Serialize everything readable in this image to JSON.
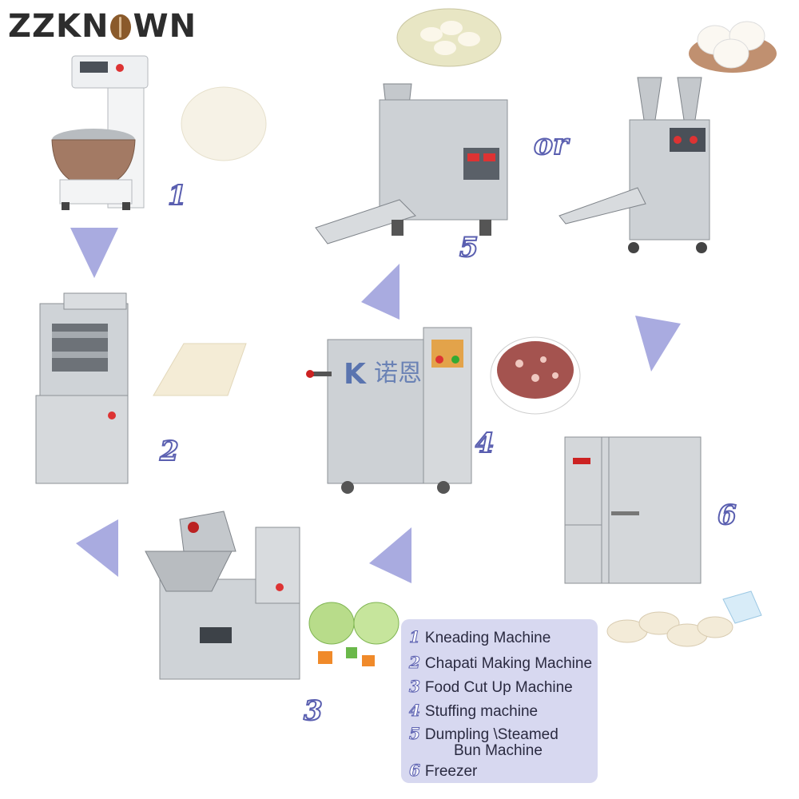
{
  "brand": {
    "part1": "ZZKN",
    "part2": "WN"
  },
  "steps": [
    "1",
    "2",
    "3",
    "4",
    "5",
    "6"
  ],
  "or_label": "or",
  "watermark": "诺恩",
  "legend": {
    "items": [
      {
        "num": "1",
        "label": "Kneading Machine"
      },
      {
        "num": "2",
        "label": "Chapati Making Machine"
      },
      {
        "num": "3",
        "label": "Food Cut Up Machine"
      },
      {
        "num": "4",
        "label": "Stuffing machine"
      },
      {
        "num": "5",
        "label": "Dumpling \\Steamed"
      },
      {
        "num": "6",
        "label": "Freezer"
      }
    ],
    "continuation": "Bun Machine"
  },
  "colors": {
    "arrow": "#a9abe0",
    "legend_bg": "#d7d8f0",
    "steel": "#c8ccd0",
    "accent": "#5a5fb0"
  }
}
